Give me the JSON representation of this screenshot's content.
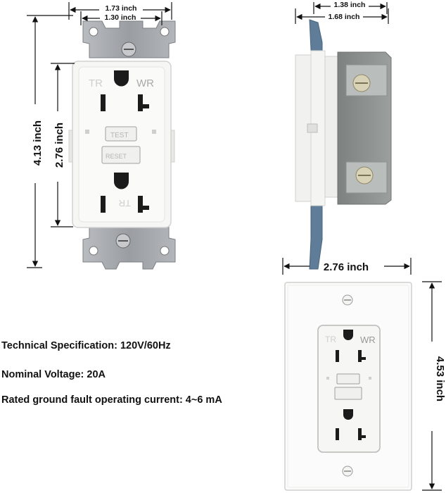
{
  "dimensions": {
    "front_outer_width": "1.73 inch",
    "front_inner_width": "1.30 inch",
    "front_total_height": "4.13 inch",
    "front_body_height": "2.76 inch",
    "side_depth_small": "1.38 inch",
    "side_depth_large": "1.68 inch",
    "plate_width": "2.76 inch",
    "plate_height": "4.53 inch"
  },
  "outlet_labels": {
    "tr_top": "TR",
    "wr_top": "WR",
    "tr_bottom": "TR",
    "test_button": "TEST",
    "reset_button": "RESET"
  },
  "specs": [
    {
      "label": "Technical Specification: 120V/60Hz"
    },
    {
      "label": "Nominal Voltage: 20A"
    },
    {
      "label": "Rated ground fault operating current: 4~6 mA"
    }
  ],
  "colors": {
    "metal_strap": "#a9acb0",
    "outlet_body": "#f6f6f4",
    "side_housing": "#8d9291",
    "wall_plate": "#fbfbfb",
    "dimension_line": "#111111"
  }
}
